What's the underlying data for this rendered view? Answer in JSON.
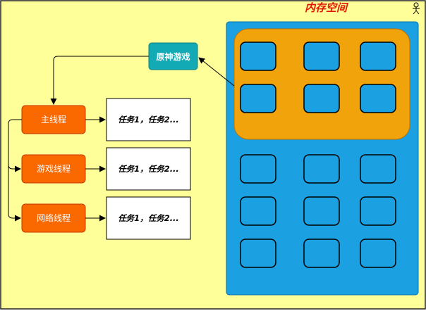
{
  "title": "内存空间",
  "app_node": "原神游戏",
  "threads": [
    {
      "name": "主线程",
      "tasks": "任务1，任务2..."
    },
    {
      "name": "游戏线程",
      "tasks": "任务1，任务2..."
    },
    {
      "name": "网络线程",
      "tasks": "任务1，任务2..."
    }
  ],
  "memory": {
    "game_block_count": 6,
    "free_block_count": 9
  },
  "colors": {
    "background": "#ffff99",
    "memory": "#1ba1e2",
    "game_region": "#f0a30a",
    "app_node": "#12aab5",
    "thread_node": "#fa6800",
    "title": "#e51400"
  },
  "icons": [
    "person-icon"
  ]
}
